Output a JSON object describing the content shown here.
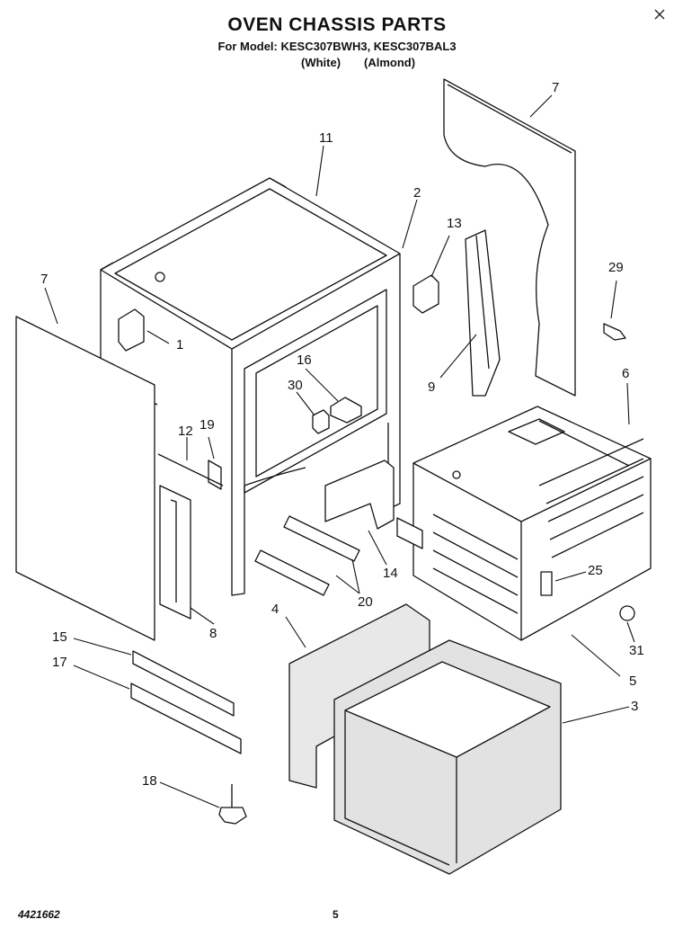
{
  "header": {
    "title": "OVEN CHASSIS PARTS",
    "model_line": "For Model: KESC307BWH3, KESC307BAL3",
    "variant_white": "(White)",
    "variant_almond": "(Almond)"
  },
  "callouts": {
    "c7_top": "7",
    "c11": "11",
    "c2": "2",
    "c13": "13",
    "c29": "29",
    "c7_left": "7",
    "c1": "1",
    "c16": "16",
    "c30": "30",
    "c9": "9",
    "c6": "6",
    "c12": "12",
    "c19": "19",
    "c14": "14",
    "c25": "25",
    "c20": "20",
    "c8": "8",
    "c4": "4",
    "c31": "31",
    "c15": "15",
    "c17": "17",
    "c5": "5",
    "c3": "3",
    "c18": "18"
  },
  "footer": {
    "doc_number": "4421662",
    "page_number": "5"
  }
}
